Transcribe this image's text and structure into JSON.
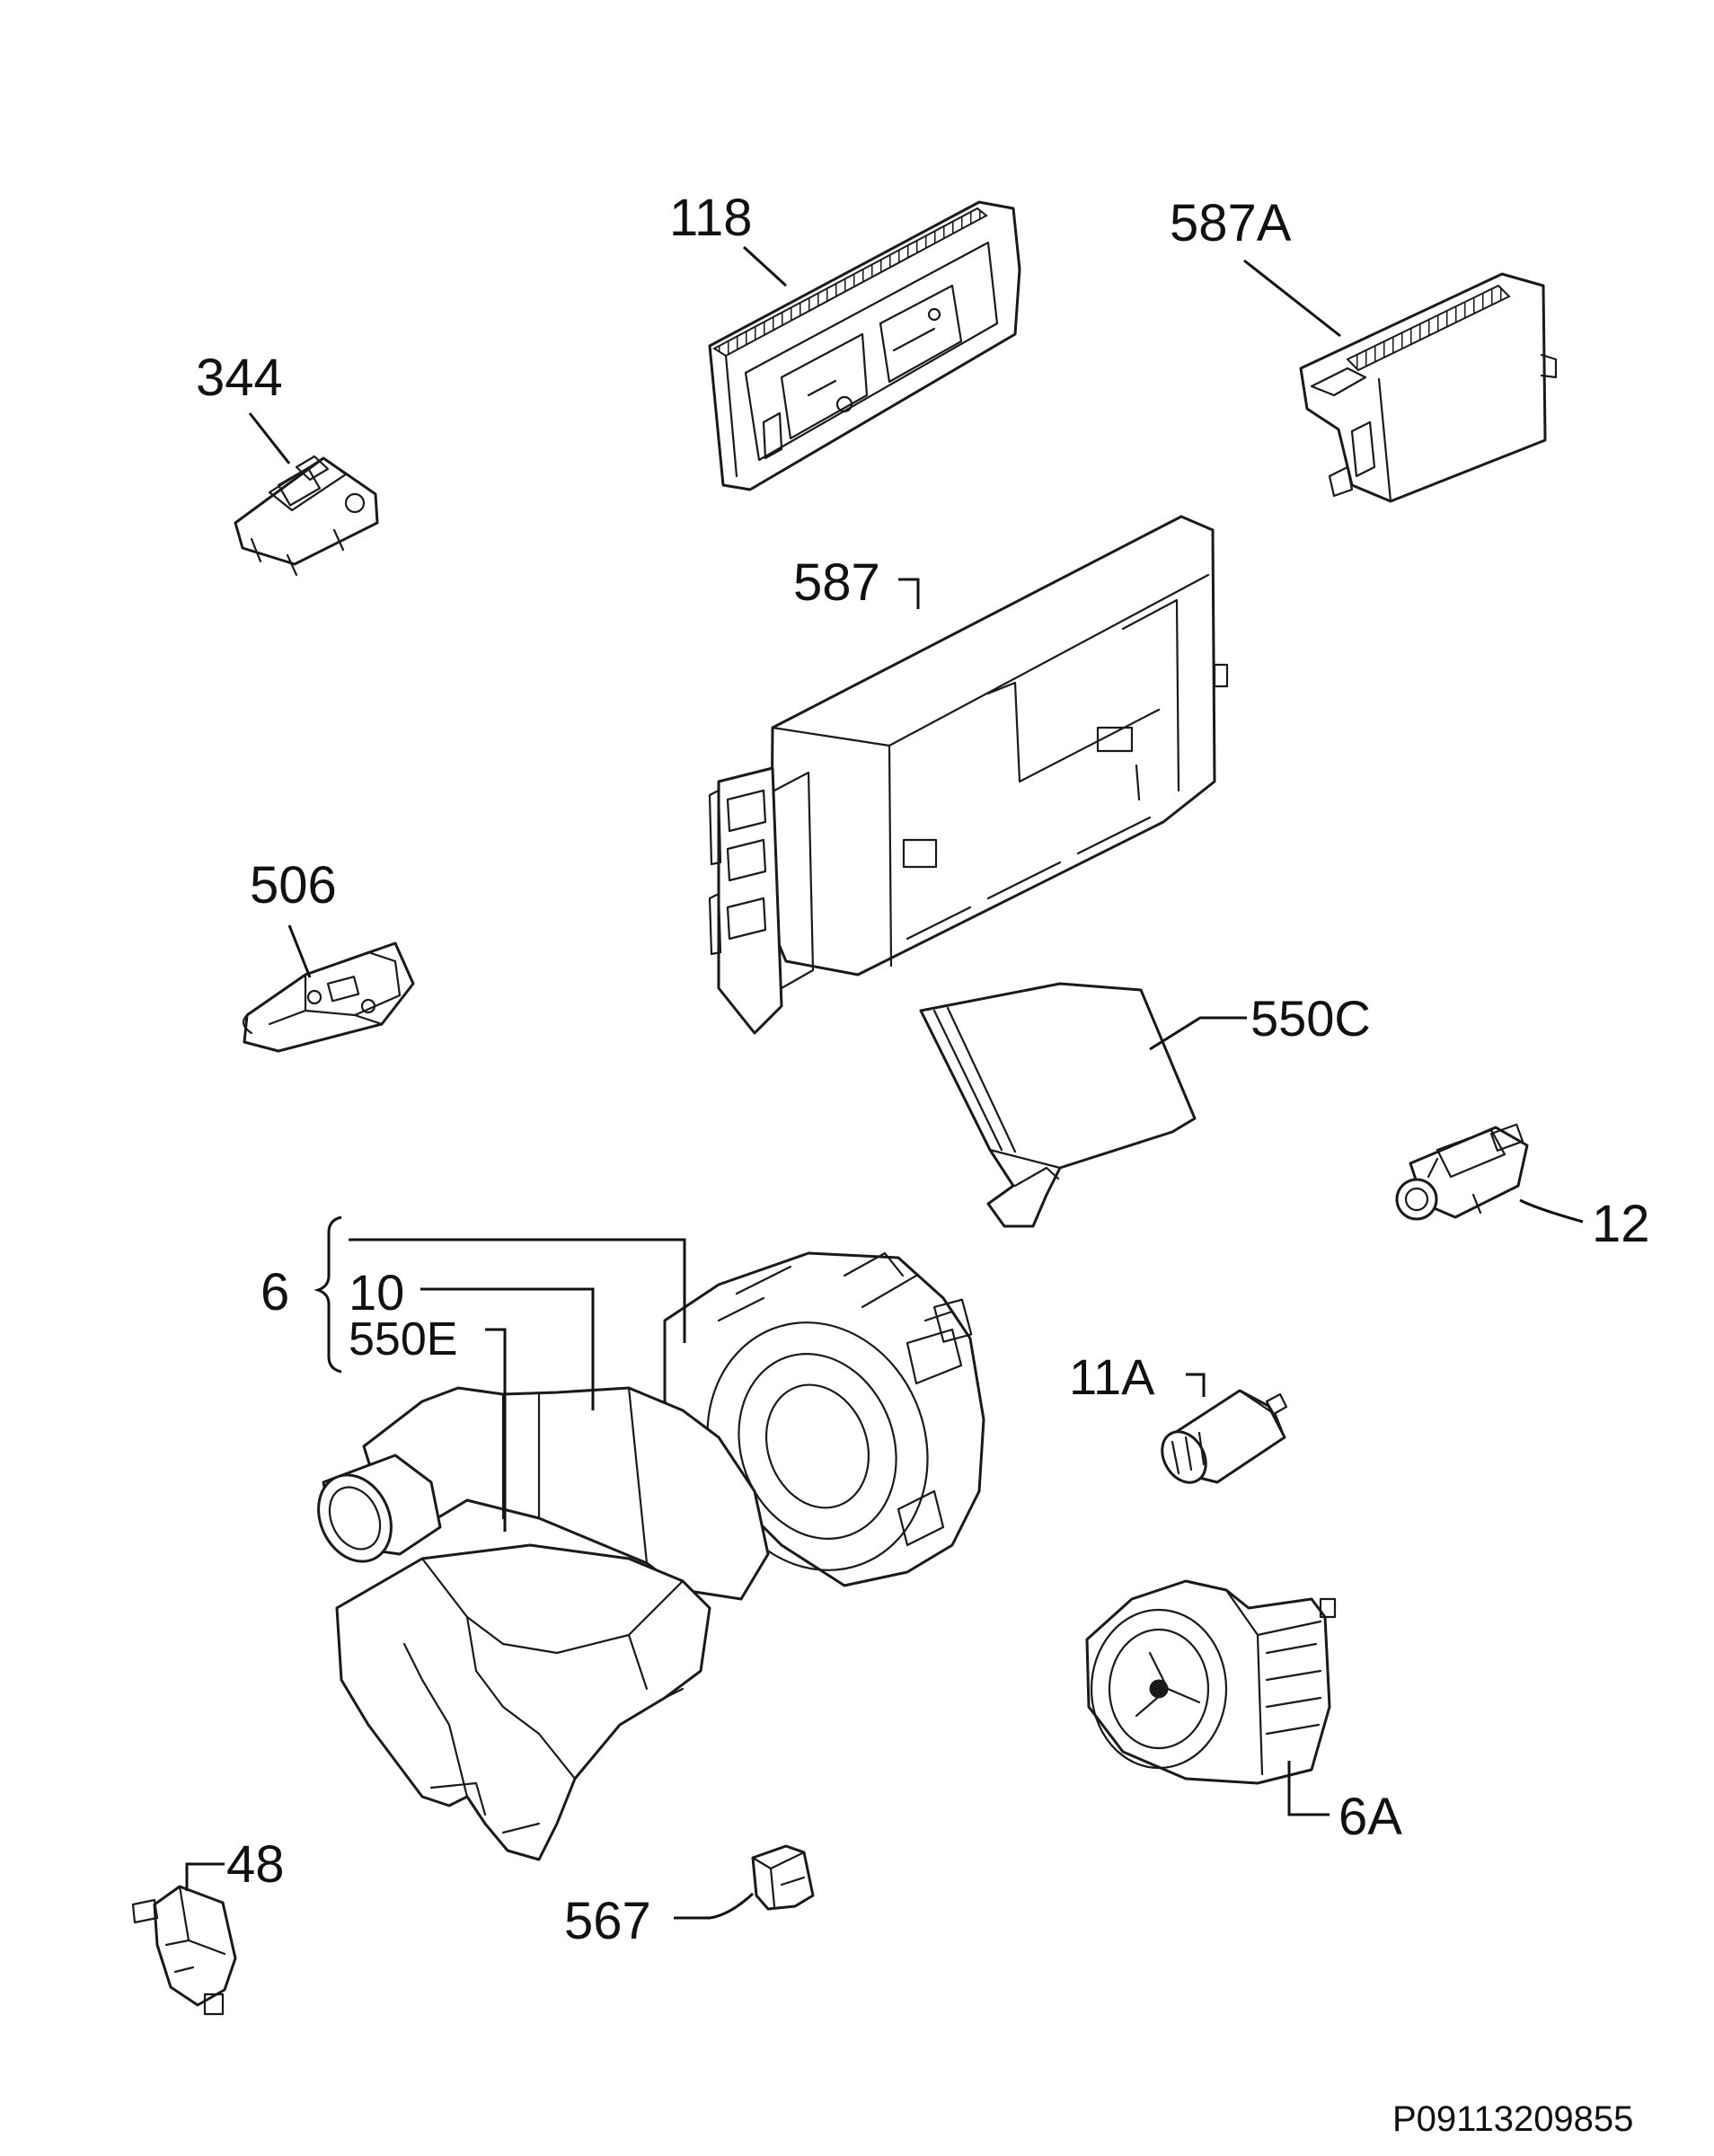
{
  "diagram": {
    "doc_number": "P09113209855",
    "labels": {
      "p118": "118",
      "p587A": "587A",
      "p344": "344",
      "p587": "587",
      "p506": "506",
      "p550C": "550C",
      "p12": "12",
      "p6": "6",
      "p10": "10",
      "p550E": "550E",
      "p11A": "11A",
      "p6A": "6A",
      "p48": "48",
      "p567": "567"
    },
    "line_color": "#1a1a1a",
    "background": "#ffffff"
  }
}
